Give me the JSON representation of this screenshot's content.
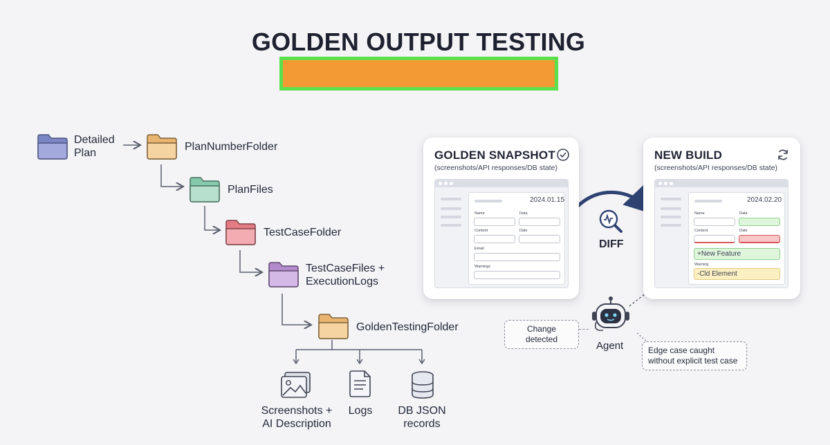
{
  "title": "GOLDEN OUTPUT TESTING",
  "tree": {
    "detailed_plan": "Detailed\nPlan",
    "plan_number_folder": "PlanNumberFolder",
    "plan_files": "PlanFiles",
    "test_case_folder": "TestCaseFolder",
    "test_case_files": "TestCaseFiles +\nExecutionLogs",
    "golden_testing_folder": "GoldenTestingFolder",
    "outputs": {
      "screenshots": "Screenshots +\nAI Description",
      "logs": "Logs",
      "db": "DB JSON\nrecords"
    }
  },
  "golden": {
    "title": "GOLDEN SNAPSHOT",
    "subtitle": "(screenshots/API responses/DB state)",
    "date": "2024.01.15",
    "labels": {
      "name": "Name",
      "data": "Data",
      "content": "Content",
      "date": "Date",
      "email": "Email",
      "warnings": "Warnings"
    }
  },
  "diff_label": "DIFF",
  "new_build": {
    "title": "NEW BUILD",
    "subtitle": "(screenshots/API responses/DB state)",
    "date": "2024.02.20",
    "labels": {
      "name": "Name",
      "data": "Data",
      "content": "Content",
      "date": "Date",
      "warning": "Warning"
    },
    "new_feature": "+New Feature",
    "old_element": "-Cld Element"
  },
  "agent": {
    "label": "Agent",
    "change_detected": "Change detected",
    "edge_case": "Edge case caught\nwithout explicit test case"
  },
  "colors": {
    "folder_purple": "#9aa0d4",
    "folder_orange": "#f2c88e",
    "folder_green": "#a9d8c4",
    "folder_pink": "#ef9fa4",
    "folder_violet": "#c6a6dc",
    "banner": "#f39a35",
    "banner_border": "#5be04b",
    "green_field": "#dff5dc",
    "red_field": "#f7c6c6",
    "yellow_field": "#fcefc2"
  }
}
